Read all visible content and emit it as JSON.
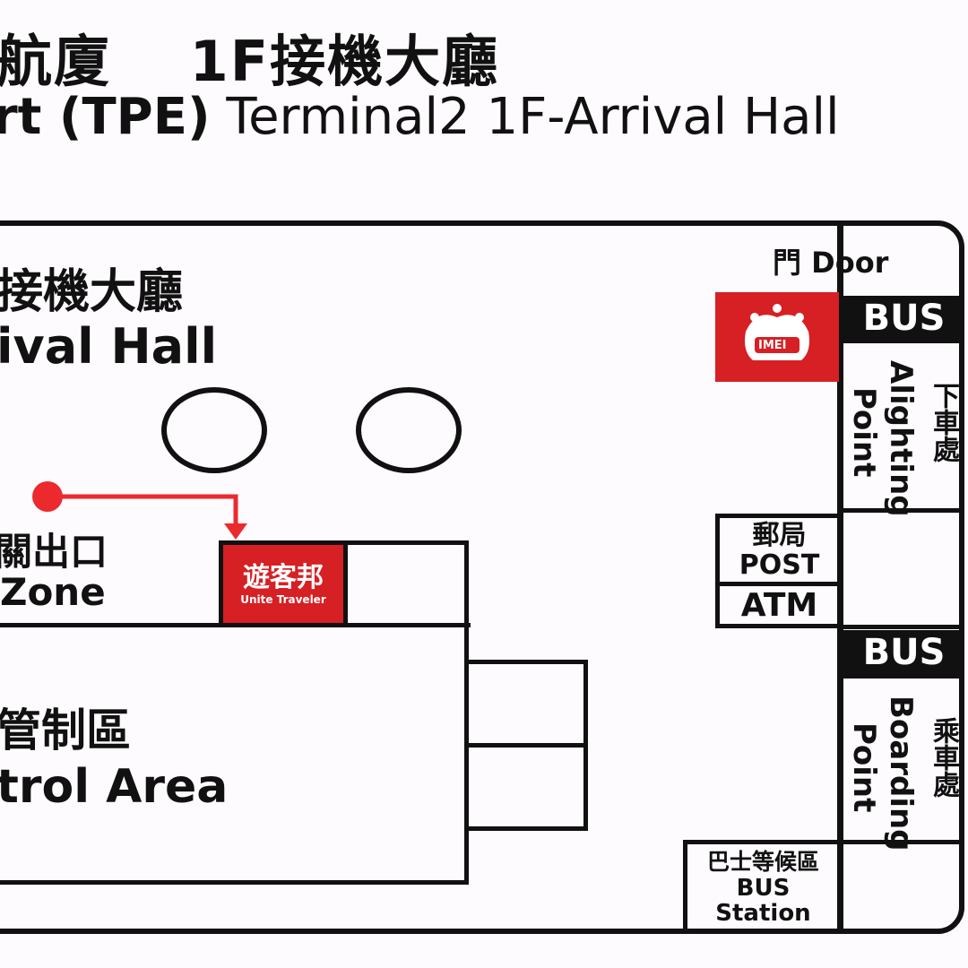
{
  "header": {
    "title_zh": "航廈　 1F接機大廳",
    "title_en_bold": "rt (TPE)",
    "title_en_rest": " Terminal2   1F-Arrival Hall"
  },
  "map": {
    "arrival_hall": {
      "zh": "接機大廳",
      "en": "ival Hall"
    },
    "exit_zone": {
      "zh": "關出口",
      "en": "Zone"
    },
    "control_area": {
      "zh": "管制區",
      "en": "trol Area"
    },
    "door": "門 Door",
    "bus_top": "BUS",
    "bus_mid": "BUS",
    "alighting": {
      "zh": "下車處",
      "en_line1": "Alighting",
      "en_line2": "Point"
    },
    "boarding": {
      "zh": "乘車處",
      "en_line1": "Boarding",
      "en_line2": "Point"
    },
    "post": {
      "zh": "郵局",
      "en": "POST"
    },
    "atm": "ATM",
    "bus_station": {
      "zh": "巴士等候區",
      "en_line1": "BUS",
      "en_line2": "Station"
    },
    "unite_traveler": {
      "zh": "遊客邦",
      "en": "Unite Traveler"
    },
    "imei_logo": "IMEI"
  },
  "colors": {
    "accent_red": "#d62024",
    "ink": "#111111",
    "background": "#fdfbfd"
  }
}
